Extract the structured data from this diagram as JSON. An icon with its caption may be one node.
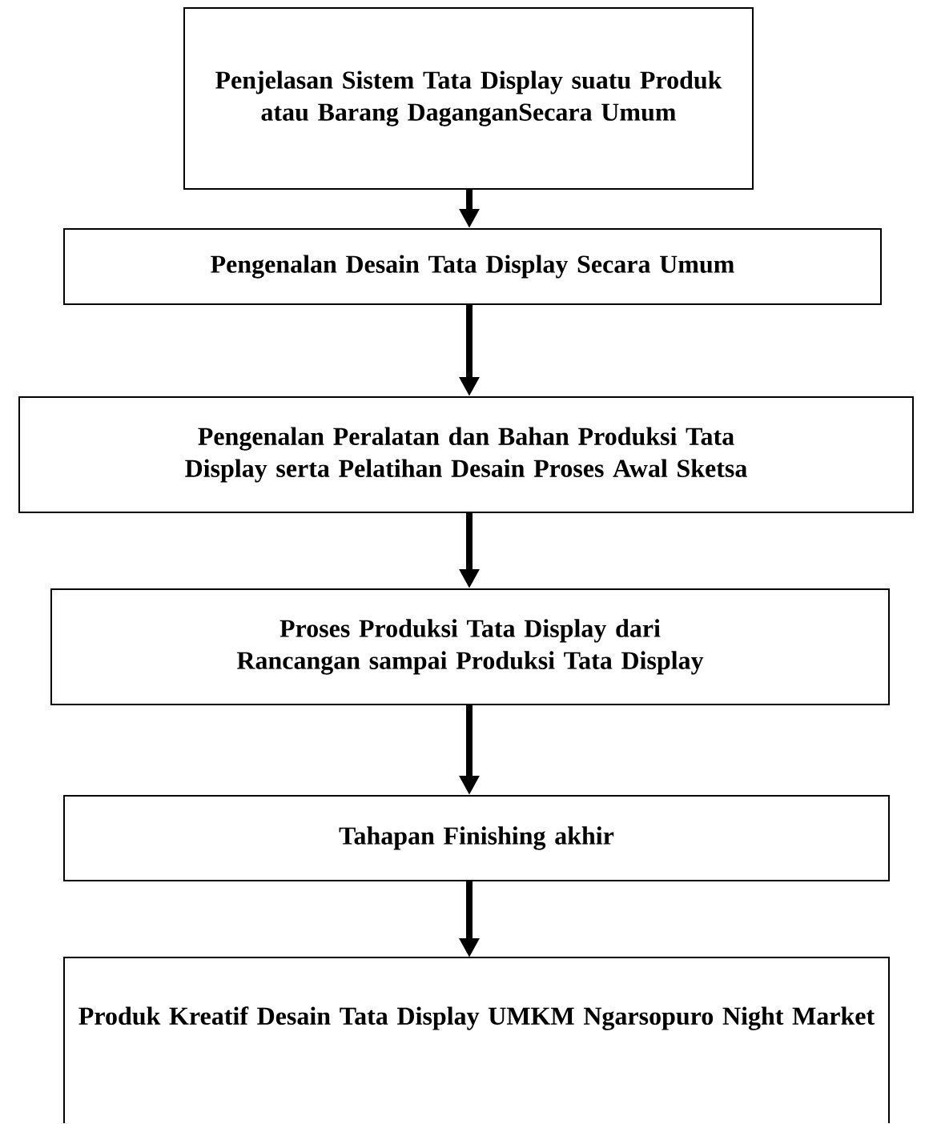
{
  "diagram": {
    "nodes": [
      {
        "text": [
          "Penjelasan Sistem Tata Display suatu Produk atau Barang DaganganSecara Umum"
        ]
      },
      {
        "text": [
          "Pengenalan Desain Tata Display Secara Umum"
        ]
      },
      {
        "text": [
          "Pengenalan Peralatan dan Bahan Produksi Tata Display serta Pelatihan Desain Proses Awal Sketsa"
        ]
      },
      {
        "text": [
          "Proses Produksi Tata Display dari Rancangan sampai Produksi Tata Display"
        ]
      },
      {
        "text": [
          "Tahapan Finishing akhir"
        ]
      },
      {
        "text": [
          "Produk Kreatif Desain Tata Display UMKM Ngarsopuro Night Market"
        ]
      }
    ],
    "edges": [
      {
        "from": 0,
        "to": 1,
        "arrow": "to"
      },
      {
        "from": 1,
        "to": 2,
        "arrow": "to"
      },
      {
        "from": 2,
        "to": 3,
        "arrow": "to"
      },
      {
        "from": 3,
        "to": 4,
        "arrow": "to"
      },
      {
        "from": 4,
        "to": 5,
        "arrow": "to"
      }
    ]
  }
}
